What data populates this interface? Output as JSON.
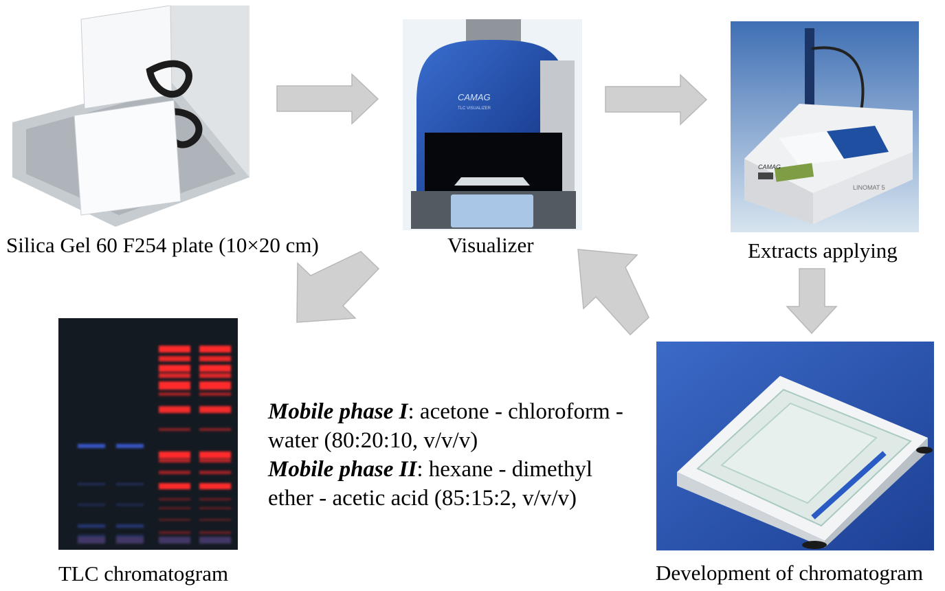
{
  "steps": {
    "plate": {
      "caption": "Silica Gel 60 F254 plate (10×20 cm)"
    },
    "visualizer": {
      "caption": "Visualizer",
      "device_brand": "CAMAG",
      "device_model": "TLC VISUALIZER"
    },
    "applying": {
      "caption": "Extracts applying",
      "device_brand": "CAMAG",
      "device_model": "LINOMAT 5"
    },
    "development": {
      "caption": "Development of chromatogram"
    },
    "chromatogram": {
      "caption": "TLC chromatogram"
    }
  },
  "mobile_phases": [
    {
      "name": "Mobile phase I",
      "desc_1": ": acetone - chloroform -",
      "desc_2": "water (80:20:10, v/v/v)"
    },
    {
      "name": "Mobile phase II",
      "desc_1": ": hexane - dimethyl",
      "desc_2": "ether - acetic acid (85:15:2, v/v/v)"
    }
  ],
  "colors": {
    "arrow_fill": "#d0d0d0",
    "arrow_stroke": "#b8b8b8",
    "band_red": "#ff2a2a",
    "band_blue": "#3a5bd6",
    "plate_background": "#141a22",
    "development_background": "#2c56b8"
  }
}
